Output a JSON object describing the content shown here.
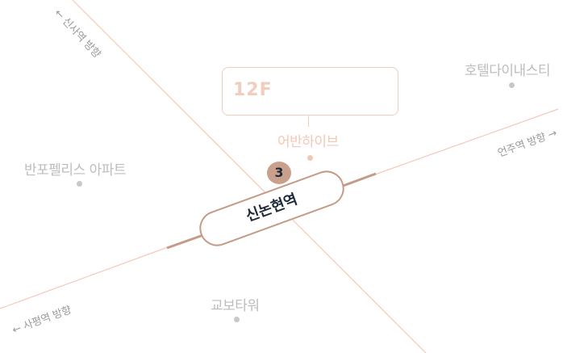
{
  "building": {
    "floor": "12F",
    "name": "어반하이브"
  },
  "station": {
    "name": "신논현역",
    "exit_number": "3"
  },
  "landmarks": [
    {
      "name": "호텔다이내스티"
    },
    {
      "name": "반포펠리스 아파트"
    },
    {
      "name": "교보타워"
    }
  ],
  "directions": {
    "sinsa": "← 신사역 방향",
    "eonju": "언주역 방향 →",
    "sapyeong": "← 사평역 방향"
  },
  "colors": {
    "thin_road": "#f2c9ba",
    "main_road": "#c39b86",
    "accent": "#f0cdbd",
    "station_text": "#1e2a3a",
    "label_gray": "#bdbdbd"
  }
}
